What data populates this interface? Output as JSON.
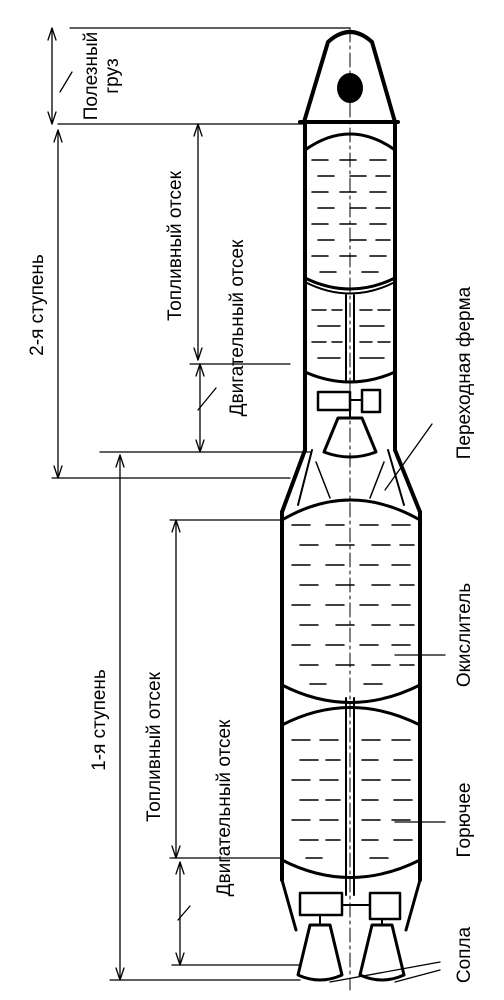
{
  "labels": {
    "payload": "Полезный груз",
    "payload_line1": "Полезный",
    "payload_line2": "груз",
    "stage2": "2-я ступень",
    "stage2_fuel": "Топливный отсек",
    "stage2_engine": "Двигательный отсек",
    "interstage": "Переходная ферма",
    "stage1": "1-я ступень",
    "stage1_fuel": "Топливный отсек",
    "stage1_engine": "Двигательный отсек",
    "oxidizer": "Окислитель",
    "fuel": "Горючее",
    "nozzles": "Сопла"
  },
  "colors": {
    "ink": "#000000",
    "background": "#ffffff"
  }
}
